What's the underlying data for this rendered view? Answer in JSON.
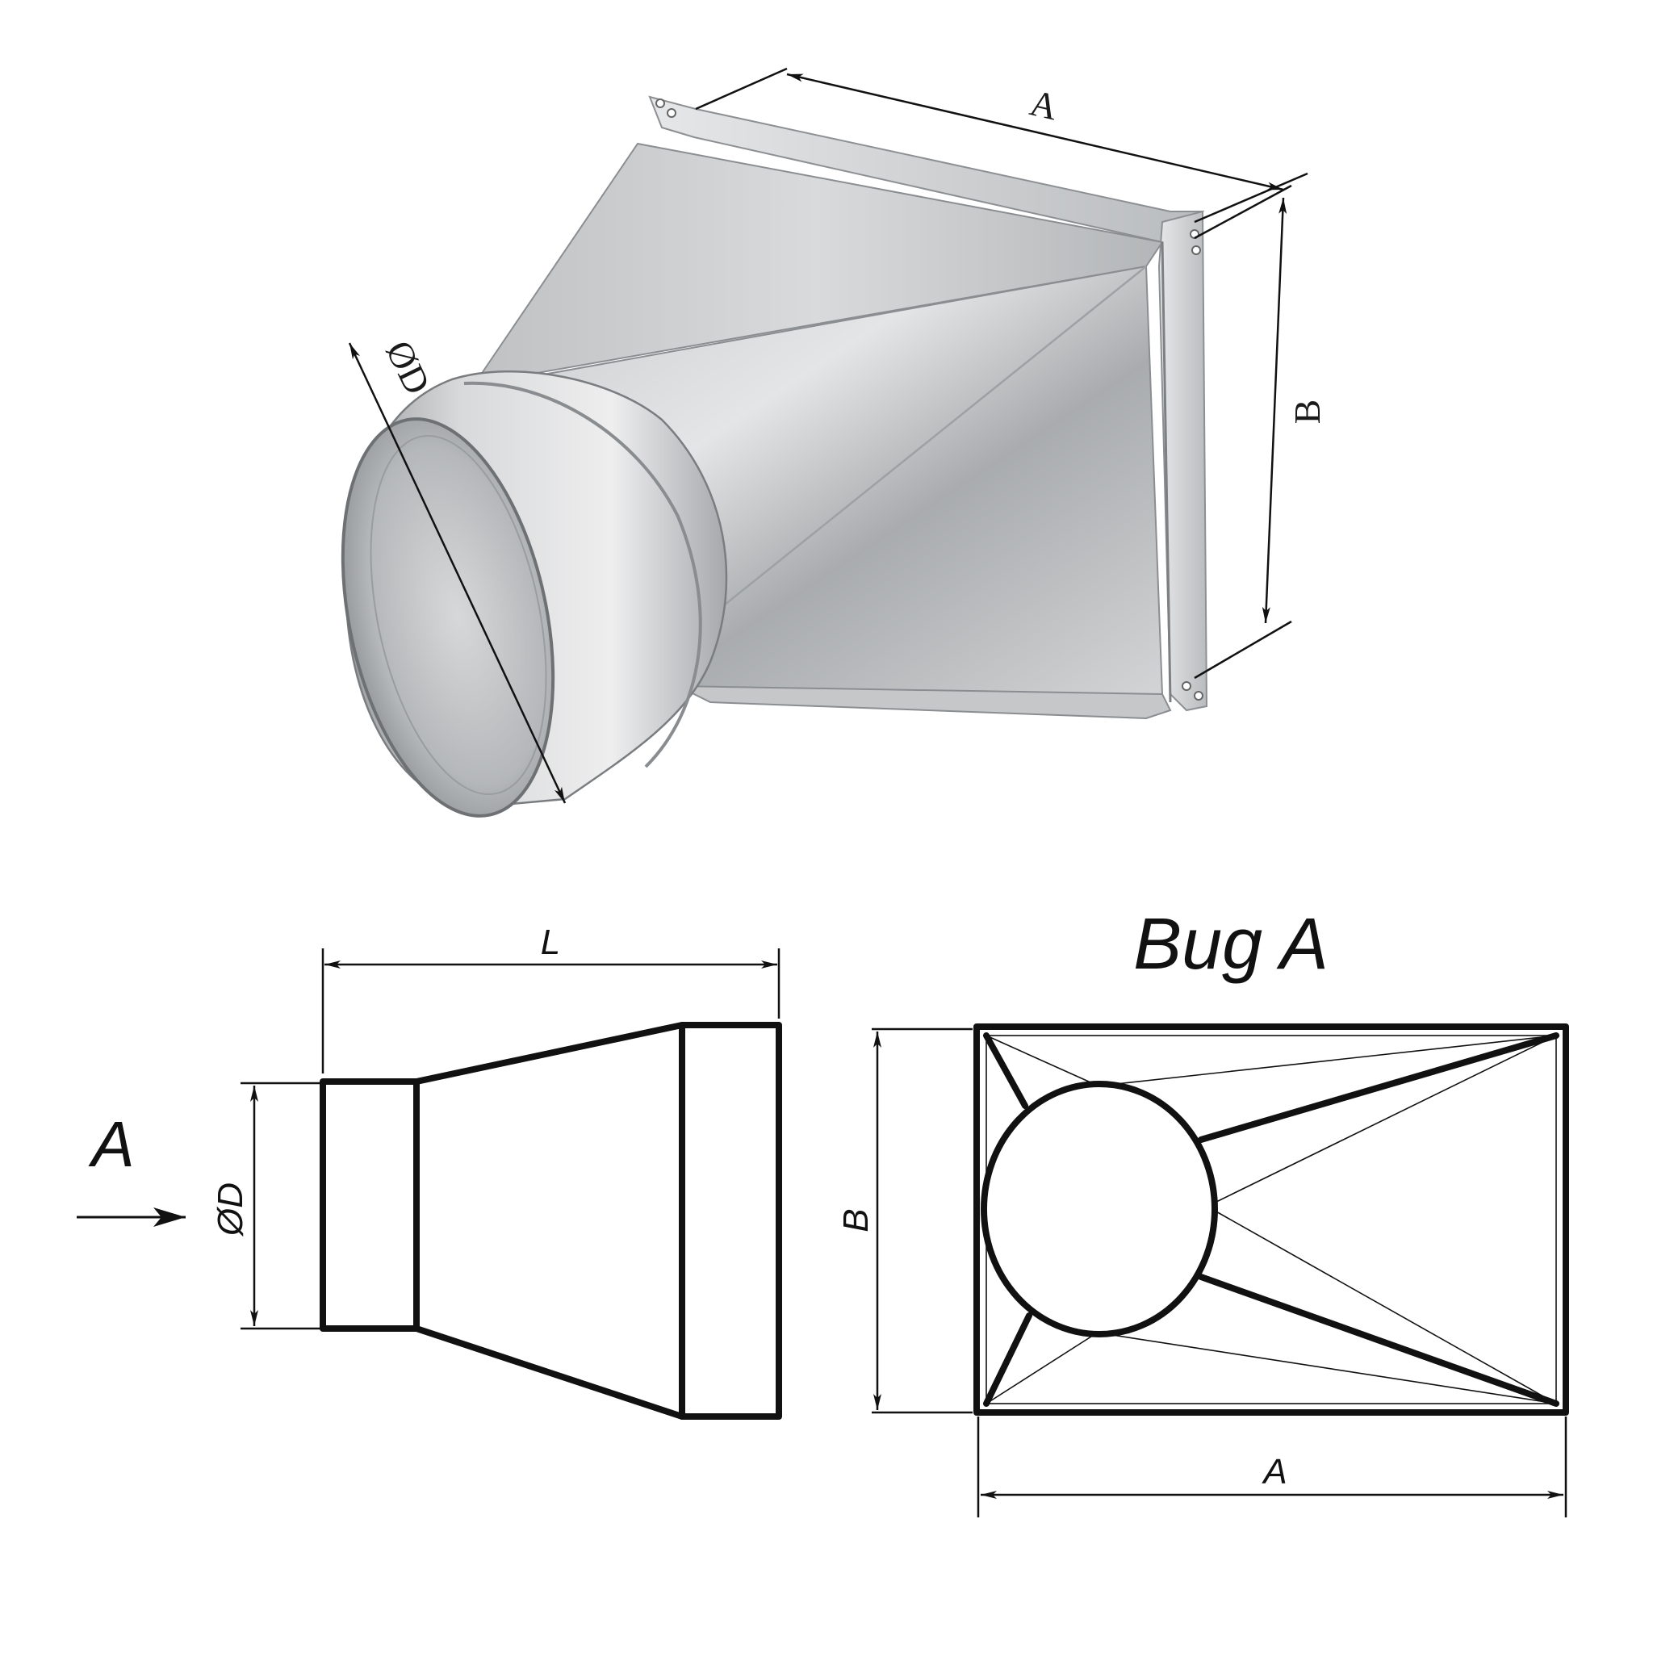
{
  "photo_labels": {
    "width": "A",
    "height": "B",
    "diameter": "ØD"
  },
  "side_view": {
    "length": "L",
    "diameter": "ØD",
    "view_marker": "A"
  },
  "front_view": {
    "title": "Bug A",
    "width": "A",
    "height": "B"
  }
}
